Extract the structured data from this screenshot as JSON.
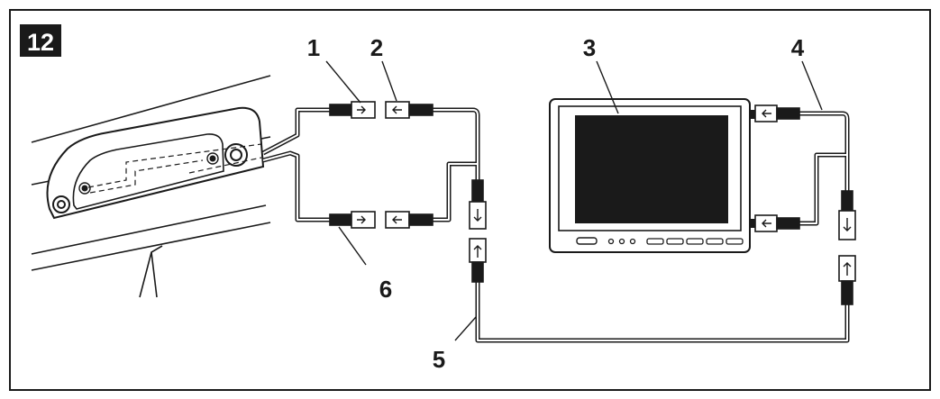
{
  "step_number": "12",
  "callouts": {
    "c1": "1",
    "c2": "2",
    "c3": "3",
    "c4": "4",
    "c5": "5",
    "c6": "6"
  },
  "colors": {
    "ink": "#1a1a1a",
    "paper": "#ffffff",
    "screen": "#1a1a1a"
  },
  "icons": {
    "arrow": "arrow-icon",
    "connector": "plug-connector-icon",
    "monitor": "monitor-icon",
    "camera": "camera-icon"
  }
}
